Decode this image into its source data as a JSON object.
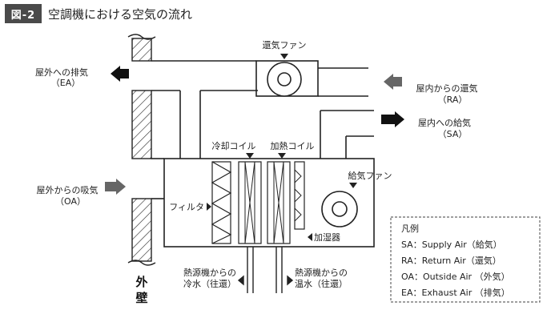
{
  "figure": {
    "badge": "図-2",
    "title": "空調機における空気の流れ"
  },
  "labels": {
    "return_fan": "還気ファン",
    "exhaust_line1": "屋外への排気",
    "exhaust_line2": "（EA）",
    "return_air_line1": "屋内からの還気",
    "return_air_line2": "（RA）",
    "supply_line1": "屋内への給気",
    "supply_line2": "（SA）",
    "cooling_coil": "冷却コイル",
    "heating_coil": "加熱コイル",
    "supply_fan": "給気ファン",
    "outside_line1": "屋外からの吸気",
    "outside_line2": "（OA）",
    "filter": "フィルタ",
    "humidifier": "加湿器",
    "chilled_water_line1": "熱源機からの",
    "chilled_water_line2": "冷水（往還）",
    "hot_water_line1": "熱源機からの",
    "hot_water_line2": "温水（往還）",
    "wall_1": "外",
    "wall_2": "壁"
  },
  "legend": {
    "title": "凡例",
    "items": [
      "SA：Supply Air（給気）",
      "RA：Return Air（還気）",
      "OA：Outside Air （外気）",
      "EA：Exhaust Air （排気）"
    ]
  },
  "colors": {
    "dark_arrow": "#111111",
    "gray_arrow": "#666666",
    "badge": "#4a4a4a"
  }
}
